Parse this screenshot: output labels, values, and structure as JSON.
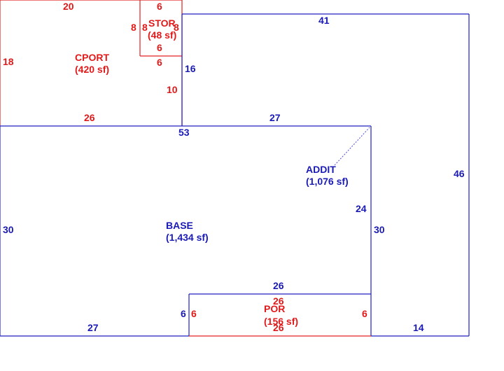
{
  "colors": {
    "blue": "#1a1ab4",
    "red": "#e01a1a"
  },
  "areas": {
    "base": {
      "name": "BASE",
      "area": "(1,434 sf)"
    },
    "addit": {
      "name": "ADDIT",
      "area": "(1,076 sf)"
    },
    "cport": {
      "name": "CPORT",
      "area": "(420 sf)"
    },
    "stor": {
      "name": "STOR",
      "area": "(48 sf)"
    },
    "por": {
      "name": "POR",
      "area": "(156 sf)"
    }
  },
  "dimensions": {
    "cport_top": "20",
    "cport_left": "18",
    "cport_bottom": "26",
    "cport_right_lower": "10",
    "cport_right_upper": "6",
    "stor_top": "6",
    "stor_left_outer": "8",
    "stor_left_inner": "8",
    "stor_right": "8",
    "stor_bottom": "6",
    "addit_top": "41",
    "addit_left": "16",
    "addit_right": "46",
    "addit_bottom_upper": "27",
    "addit_inner_right": "24",
    "addit_bottom": "14",
    "base_top": "53",
    "base_left": "30",
    "base_right": "30",
    "base_bottom": "27",
    "base_por_top": "26",
    "base_por_left": "6",
    "por_top": "26",
    "por_left": "6",
    "por_right": "6",
    "por_bottom": "26"
  }
}
